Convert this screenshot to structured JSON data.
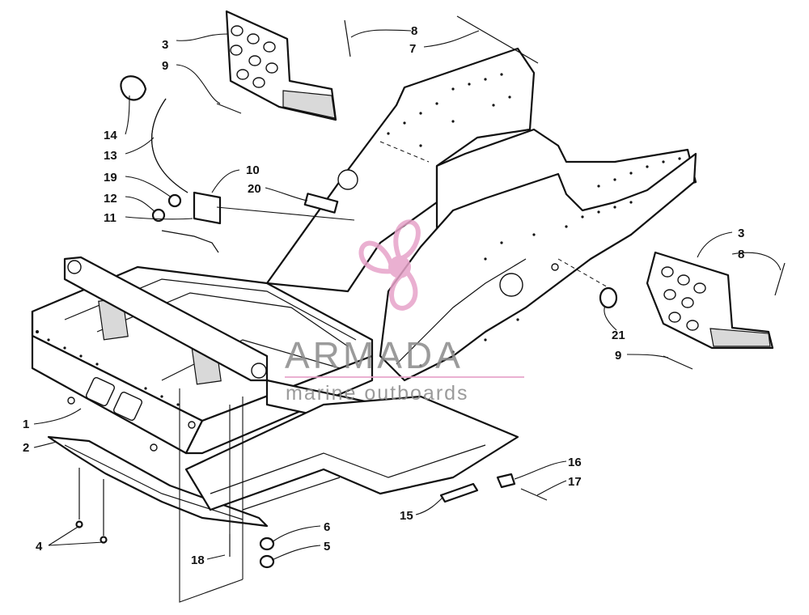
{
  "watermark": {
    "title": "ARMADA",
    "subtitle": "marine outboards",
    "accent_color": "#e7a3c9",
    "text_color": "#8a8a8a"
  },
  "callouts": [
    {
      "id": "c1",
      "label": "1"
    },
    {
      "id": "c2",
      "label": "2"
    },
    {
      "id": "c3a",
      "label": "3"
    },
    {
      "id": "c3b",
      "label": "3"
    },
    {
      "id": "c4",
      "label": "4"
    },
    {
      "id": "c5",
      "label": "5"
    },
    {
      "id": "c6",
      "label": "6"
    },
    {
      "id": "c7",
      "label": "7"
    },
    {
      "id": "c8a",
      "label": "8"
    },
    {
      "id": "c8b",
      "label": "8"
    },
    {
      "id": "c9a",
      "label": "9"
    },
    {
      "id": "c9b",
      "label": "9"
    },
    {
      "id": "c10",
      "label": "10"
    },
    {
      "id": "c11",
      "label": "11"
    },
    {
      "id": "c12",
      "label": "12"
    },
    {
      "id": "c13",
      "label": "13"
    },
    {
      "id": "c14",
      "label": "14"
    },
    {
      "id": "c15",
      "label": "15"
    },
    {
      "id": "c16",
      "label": "16"
    },
    {
      "id": "c17",
      "label": "17"
    },
    {
      "id": "c18",
      "label": "18"
    },
    {
      "id": "c19",
      "label": "19"
    },
    {
      "id": "c20",
      "label": "20"
    },
    {
      "id": "c21",
      "label": "21"
    }
  ]
}
